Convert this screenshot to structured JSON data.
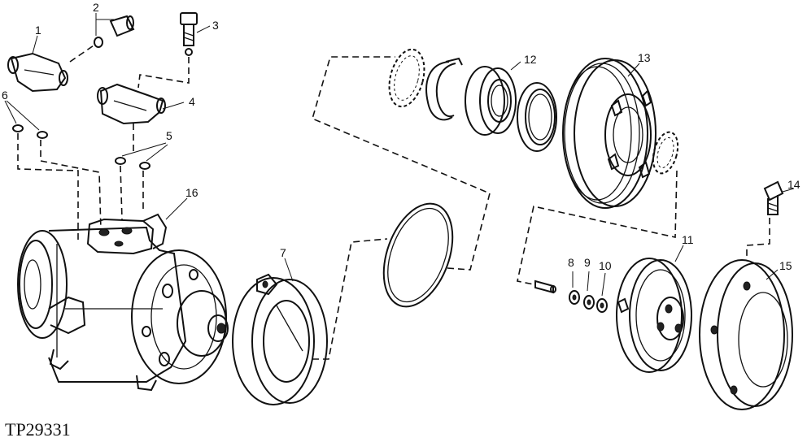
{
  "figure_id": "TP29331",
  "callouts": {
    "c1": "1",
    "c2": "2",
    "c3": "3",
    "c4": "4",
    "c5": "5",
    "c6": "6",
    "c7": "7",
    "c8": "8",
    "c9": "9",
    "c10": "10",
    "c11": "11",
    "c12": "12",
    "c13": "13",
    "c14": "14",
    "c15": "15",
    "c16": "16"
  }
}
